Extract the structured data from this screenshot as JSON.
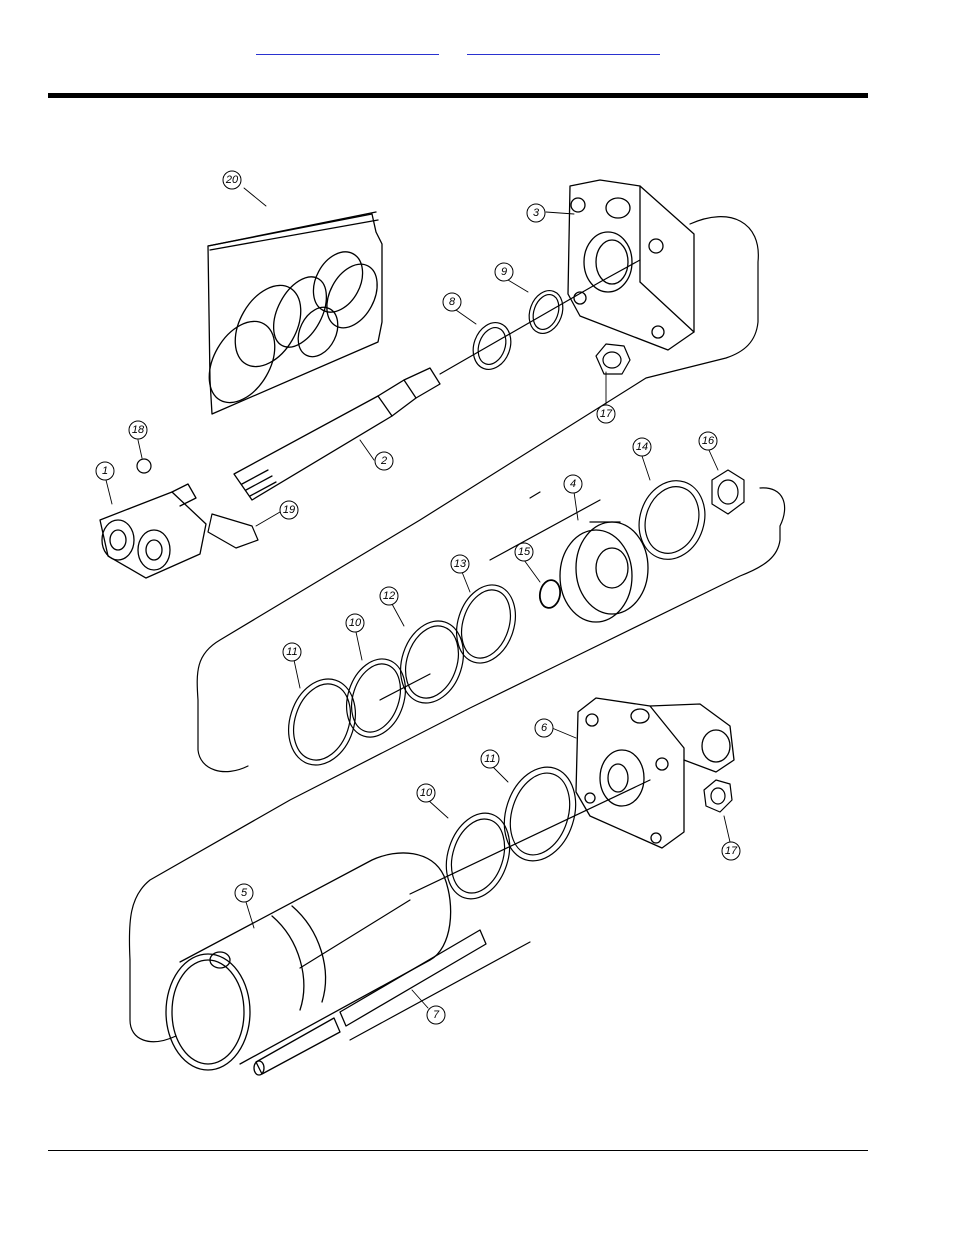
{
  "callouts": {
    "c1": "1",
    "c2": "2",
    "c3": "3",
    "c4": "4",
    "c5": "5",
    "c6": "6",
    "c7": "7",
    "c8": "8",
    "c9": "9",
    "c10a": "10",
    "c10b": "10",
    "c11a": "11",
    "c11b": "11",
    "c12": "12",
    "c13": "13",
    "c14": "14",
    "c15": "15",
    "c16": "16",
    "c17a": "17",
    "c17b": "17",
    "c18": "18",
    "c19": "19",
    "c20": "20"
  },
  "colors": {
    "link": "#2a32d0",
    "line": "#000000"
  }
}
